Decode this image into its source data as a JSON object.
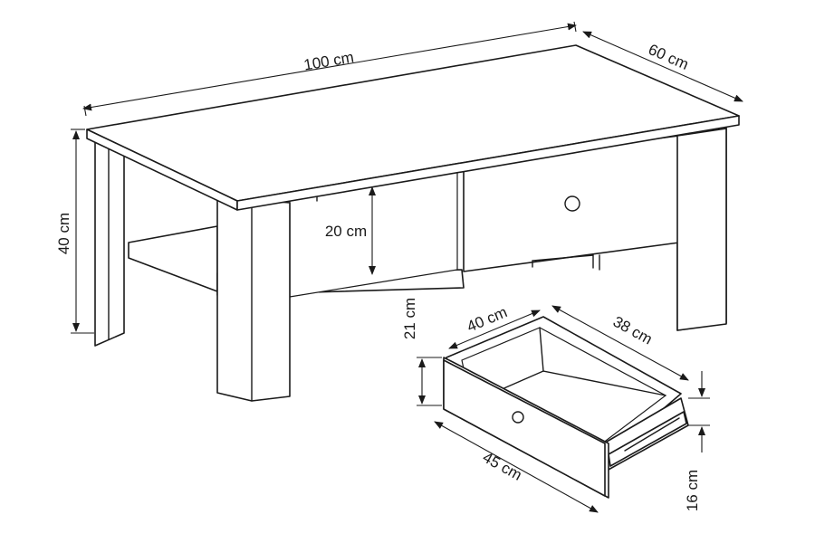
{
  "drawing": {
    "labels": {
      "table_length": "100 cm",
      "table_depth": "60 cm",
      "table_height": "40 cm",
      "shelf_gap": "20 cm",
      "drawer_width": "40 cm",
      "drawer_depth": "38 cm",
      "drawer_height": "21 cm",
      "drawer_front": "45 cm",
      "drawer_side_height": "16 cm"
    }
  }
}
